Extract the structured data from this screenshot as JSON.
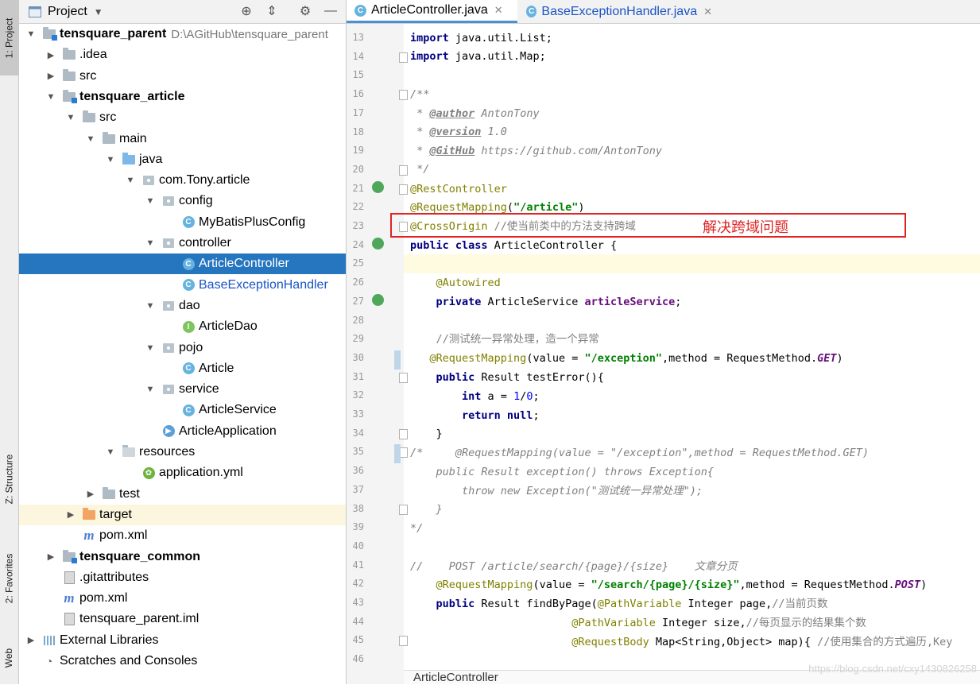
{
  "toolstrip": {
    "project": "1: Project",
    "structure": "Z: Structure",
    "favorites": "2: Favorites",
    "web": "Web"
  },
  "project_panel": {
    "title": "Project",
    "tree": [
      {
        "label": "tensquare_parent",
        "extra": "D:\\AGitHub\\tensquare_parent",
        "icon": "module-folder-icon",
        "indent": 0,
        "arrow": "down",
        "bold": true
      },
      {
        "label": ".idea",
        "icon": "folder-icon",
        "indent": 1,
        "arrow": "right"
      },
      {
        "label": "src",
        "icon": "folder-icon",
        "indent": 1,
        "arrow": "right"
      },
      {
        "label": "tensquare_article",
        "icon": "module-folder-icon",
        "indent": 1,
        "arrow": "down",
        "bold": true
      },
      {
        "label": "src",
        "icon": "folder-icon",
        "indent": 2,
        "arrow": "down"
      },
      {
        "label": "main",
        "icon": "folder-icon",
        "indent": 3,
        "arrow": "down"
      },
      {
        "label": "java",
        "icon": "source-folder-icon",
        "indent": 4,
        "arrow": "down"
      },
      {
        "label": "com.Tony.article",
        "icon": "package-icon",
        "indent": 5,
        "arrow": "down"
      },
      {
        "label": "config",
        "icon": "package-icon",
        "indent": 6,
        "arrow": "down"
      },
      {
        "label": "MyBatisPlusConfig",
        "icon": "class-icon",
        "indent": 7,
        "arrow": ""
      },
      {
        "label": "controller",
        "icon": "package-icon",
        "indent": 6,
        "arrow": "down"
      },
      {
        "label": "ArticleController",
        "icon": "class-icon",
        "indent": 7,
        "arrow": "",
        "selected": true
      },
      {
        "label": "BaseExceptionHandler",
        "icon": "class-icon",
        "indent": 7,
        "arrow": "",
        "blue": true
      },
      {
        "label": "dao",
        "icon": "package-icon",
        "indent": 6,
        "arrow": "down"
      },
      {
        "label": "ArticleDao",
        "icon": "interface-icon",
        "indent": 7,
        "arrow": ""
      },
      {
        "label": "pojo",
        "icon": "package-icon",
        "indent": 6,
        "arrow": "down"
      },
      {
        "label": "Article",
        "icon": "class-icon",
        "indent": 7,
        "arrow": ""
      },
      {
        "label": "service",
        "icon": "package-icon",
        "indent": 6,
        "arrow": "down"
      },
      {
        "label": "ArticleService",
        "icon": "class-icon",
        "indent": 7,
        "arrow": ""
      },
      {
        "label": "ArticleApplication",
        "icon": "spring-app-icon",
        "indent": 6,
        "arrow": ""
      },
      {
        "label": "resources",
        "icon": "resources-folder-icon",
        "indent": 4,
        "arrow": "down"
      },
      {
        "label": "application.yml",
        "icon": "spring-config-icon",
        "indent": 5,
        "arrow": ""
      },
      {
        "label": "test",
        "icon": "folder-icon",
        "indent": 3,
        "arrow": "right"
      },
      {
        "label": "target",
        "icon": "excluded-folder-icon",
        "indent": 2,
        "arrow": "right",
        "highlight": true
      },
      {
        "label": "pom.xml",
        "icon": "maven-icon",
        "indent": 2,
        "arrow": ""
      },
      {
        "label": "tensquare_common",
        "icon": "module-folder-icon",
        "indent": 1,
        "arrow": "right",
        "bold": true
      },
      {
        "label": ".gitattributes",
        "icon": "file-icon",
        "indent": 1,
        "arrow": ""
      },
      {
        "label": "pom.xml",
        "icon": "maven-icon",
        "indent": 1,
        "arrow": ""
      },
      {
        "label": "tensquare_parent.iml",
        "icon": "file-icon",
        "indent": 1,
        "arrow": ""
      },
      {
        "label": "External Libraries",
        "icon": "library-icon",
        "indent": 0,
        "arrow": "right"
      },
      {
        "label": "Scratches and Consoles",
        "icon": "scratches-icon",
        "indent": 0,
        "arrow": ""
      }
    ]
  },
  "editor": {
    "tabs": [
      {
        "label": "ArticleController.java",
        "active": true
      },
      {
        "label": "BaseExceptionHandler.java",
        "active": false
      }
    ],
    "line_numbers": [
      "13",
      "14",
      "15",
      "16",
      "17",
      "18",
      "19",
      "20",
      "21",
      "22",
      "23",
      "24",
      "25",
      "26",
      "27",
      "28",
      "29",
      "30",
      "31",
      "32",
      "33",
      "34",
      "35",
      "36",
      "37",
      "38",
      "39",
      "40",
      "41",
      "42",
      "43",
      "44",
      "45",
      "46"
    ],
    "code": {
      "l13_kw": "import",
      "l13_rest": " java.util.List;",
      "l14_kw": "import",
      "l14_rest": " java.util.Map;",
      "l16": "/**",
      "l17_pre": " * ",
      "l17_tag": "@author",
      "l17_val": " AntonTony",
      "l18_pre": " * ",
      "l18_tag": "@version",
      "l18_val": " 1.0",
      "l19_pre": " * ",
      "l19_tag": "@GitHub",
      "l19_val": " https://github.com/AntonTony",
      "l20": " */",
      "l21": "@RestController",
      "l22_ann": "@RequestMapping",
      "l22_open": "(",
      "l22_str": "\"/article\"",
      "l22_close": ")",
      "l23_ann": "@CrossOrigin",
      "l23_cm": " //使当前类中的方法支持跨域",
      "l24_kw": "public class",
      "l24_rest": " ArticleController {",
      "l26_ann": "@Autowired",
      "l27_kw": "private",
      "l27_type": " ArticleService ",
      "l27_fld": "articleService",
      "l27_end": ";",
      "l29": "//测试统一异常处理，造一个异常",
      "l30_ann": "@RequestMapping",
      "l30_a": "(value = ",
      "l30_str": "\"/exception\"",
      "l30_b": ",method = RequestMethod.",
      "l30_get": "GET",
      "l30_c": ")",
      "l31_kw": "public",
      "l31_rest": " Result testError(){",
      "l32_kw": "int",
      "l32_a": " a = ",
      "l32_n1": "1",
      "l32_slash": "/",
      "l32_n0": "0",
      "l32_end": ";",
      "l33_kw": "return null",
      "l33_end": ";",
      "l34": "}",
      "l35": "/*     @RequestMapping(value = \"/exception\",method = RequestMethod.GET)",
      "l36": "    public Result exception() throws Exception{",
      "l37": "        throw new Exception(\"测试统一异常处理\");",
      "l38": "    }",
      "l39": "*/",
      "l41": "//    POST /article/search/{page}/{size}    文章分页",
      "l42_ann": "@RequestMapping",
      "l42_a": "(value = ",
      "l42_str": "\"/search/{page}/{size}\"",
      "l42_b": ",method = RequestMethod.",
      "l42_post": "POST",
      "l42_c": ")",
      "l43_kw": "public",
      "l43_a": " Result findByPage(",
      "l43_ann": "@PathVariable",
      "l43_b": " Integer page,",
      "l43_cm": "//当前页数",
      "l44_ann": "@PathVariable",
      "l44_b": " Integer size,",
      "l44_cm": "//每页显示的结果集个数",
      "l45_ann": "@RequestBody",
      "l45_b": " Map<String,Object> map){ ",
      "l45_cm": "//使用集合的方式遍历,Key"
    },
    "annotation_note": "解决跨域问题",
    "breadcrumb": "ArticleController",
    "watermark": "https://blog.csdn.net/cxy1430826258"
  },
  "colors": {
    "selection": "#2675bf",
    "accent": "#4d8fd6",
    "red_box": "#e02424"
  }
}
